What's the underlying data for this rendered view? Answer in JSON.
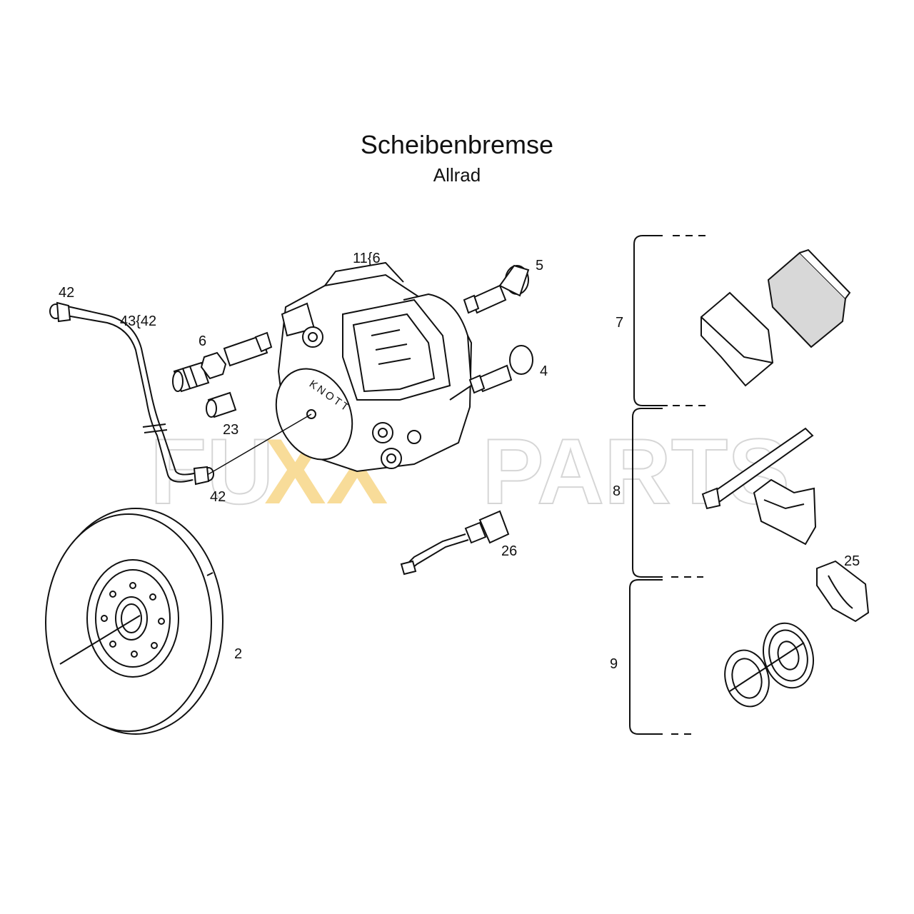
{
  "title": "Scheibenbremse",
  "subtitle": "Allrad",
  "watermark": {
    "left": "FU",
    "middle": "XX",
    "right": "PARTS",
    "accent_color": "#f5c860",
    "outline_color": "#cfcfcf"
  },
  "caliper_marking": "KNOTT",
  "callouts": {
    "c42_top": "42",
    "c43": "43{42",
    "c11": "11{6",
    "c5": "5",
    "c6": "6",
    "c4": "4",
    "c23": "23",
    "c42_bottom": "42",
    "c26": "26",
    "c2": "2",
    "c7": "7",
    "c8": "8",
    "c9": "9",
    "c25": "25"
  }
}
